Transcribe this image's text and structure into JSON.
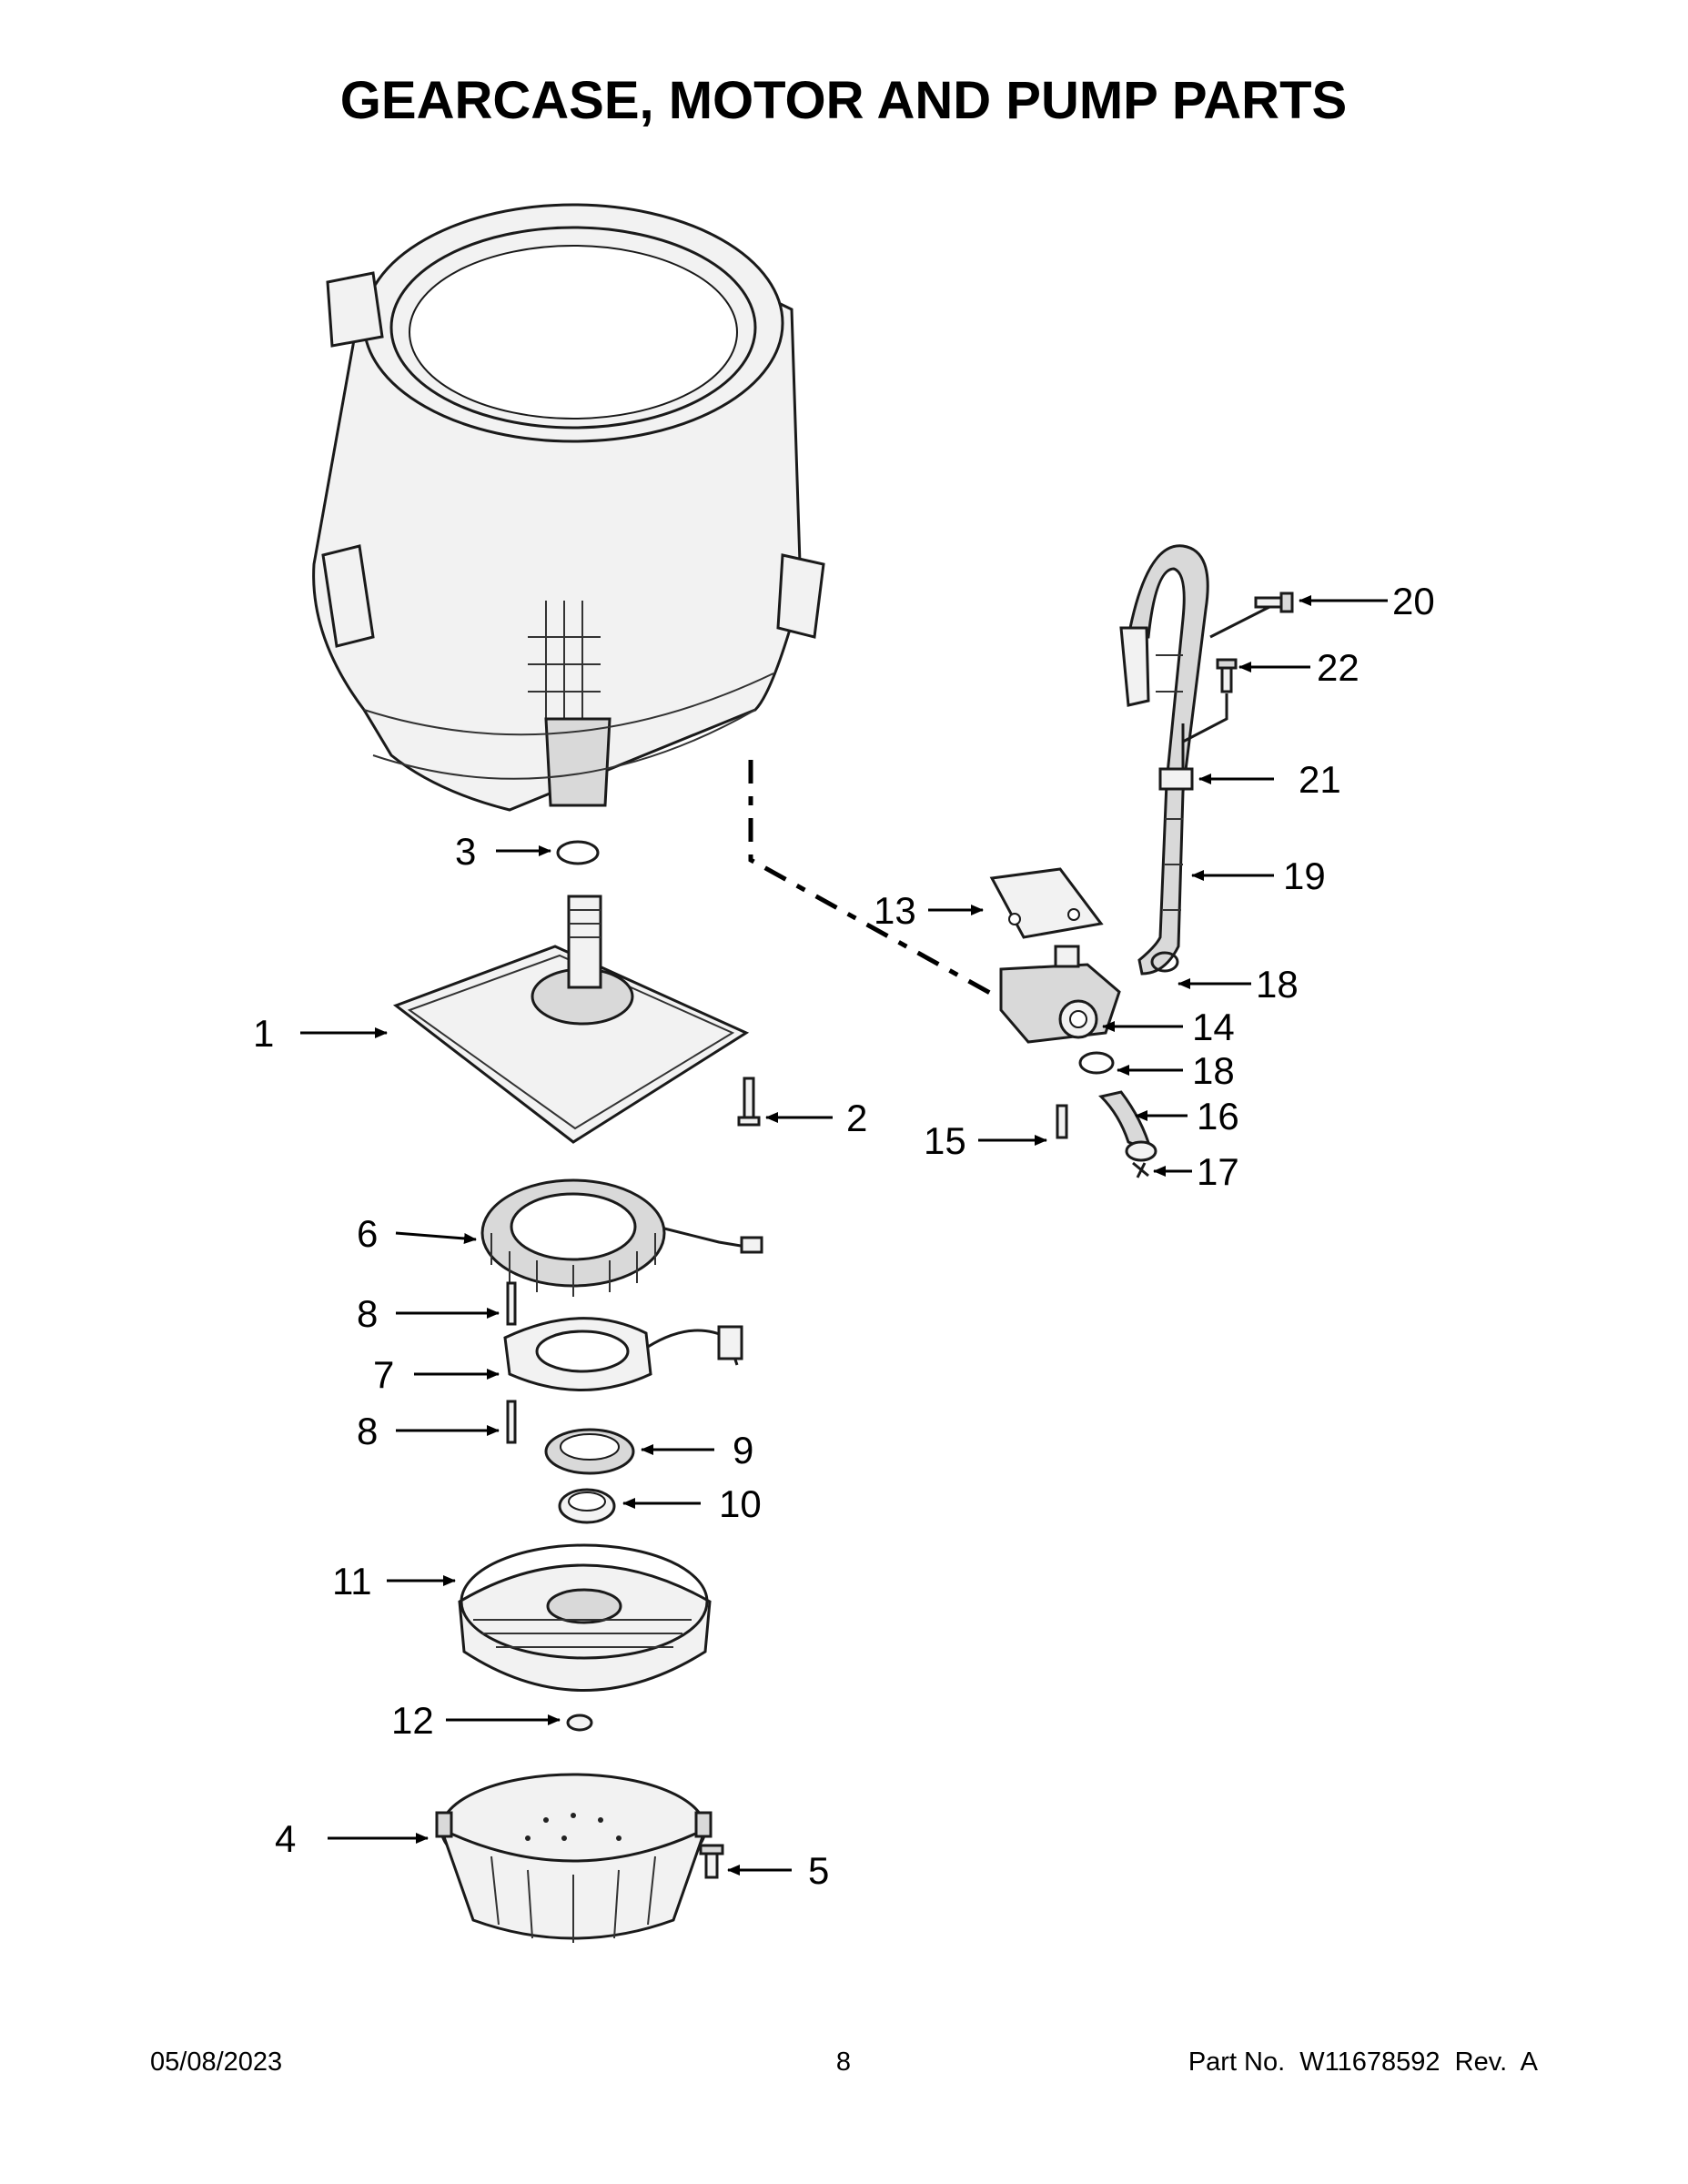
{
  "title": "GEARCASE, MOTOR AND PUMP PARTS",
  "callouts": {
    "c1": "1",
    "c2": "2",
    "c3": "3",
    "c4": "4",
    "c5": "5",
    "c6": "6",
    "c7": "7",
    "c8a": "8",
    "c8b": "8",
    "c9": "9",
    "c10": "10",
    "c11": "11",
    "c12": "12",
    "c13": "13",
    "c14": "14",
    "c15": "15",
    "c16": "16",
    "c17": "17",
    "c18a": "18",
    "c18b": "18",
    "c19": "19",
    "c20": "20",
    "c21": "21",
    "c22": "22"
  },
  "footer": {
    "date": "05/08/2023",
    "page": "8",
    "part": "Part No.  W11678592  Rev.  A"
  }
}
